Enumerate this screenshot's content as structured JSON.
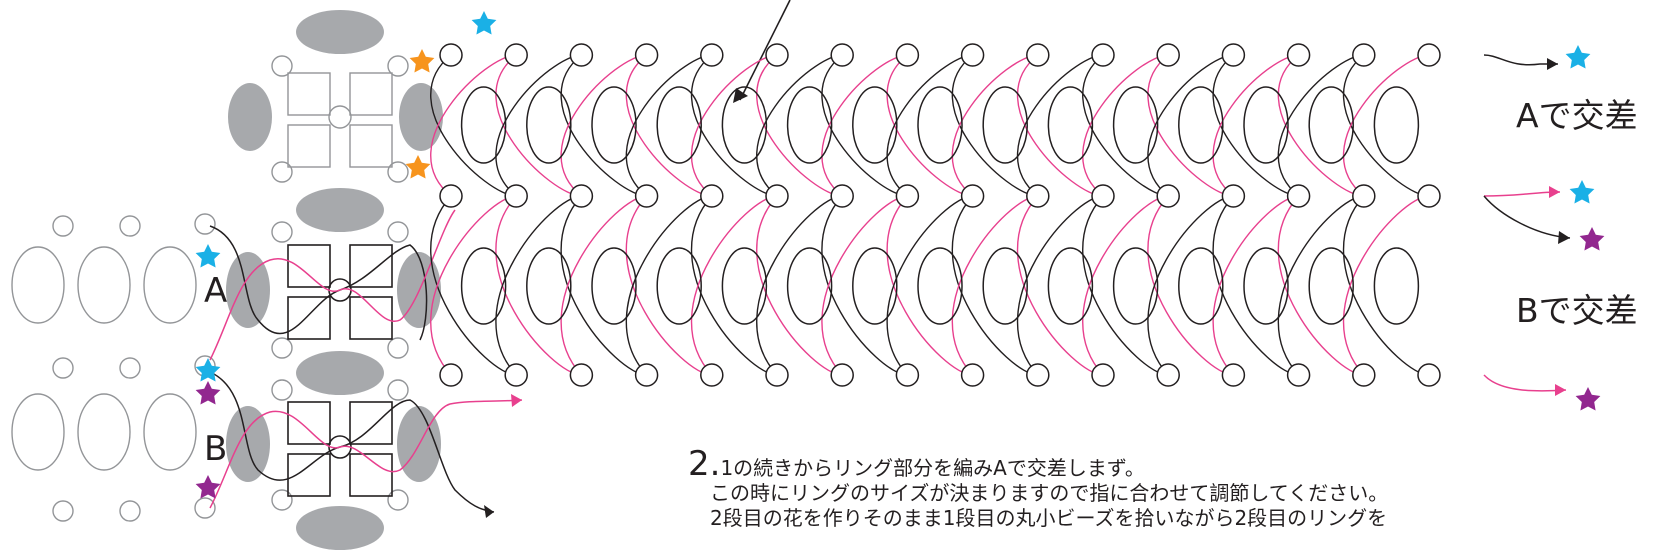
{
  "labels": {
    "cross_a": "Aで交差",
    "cross_b": "Bで交差",
    "marker_a": "A",
    "marker_b": "B"
  },
  "instructions": {
    "step_number": "2.",
    "line1": "1の続きからリング部分を編みAで交差しまず。",
    "line2": "この時にリングのサイズが決まりますので指に合わせて調節してください。",
    "line3": "2段目の花を作りそのまま1段目の丸小ビーズを拾いながら2段目のリングを"
  },
  "colors": {
    "black_thread": "#231f20",
    "pink_thread": "#e8408e",
    "gray_bead": "#a7a9ac",
    "outline_bead": "#939598",
    "star_cyan": "#1ab0e6",
    "star_orange": "#f7941d",
    "star_purple": "#92278f"
  }
}
